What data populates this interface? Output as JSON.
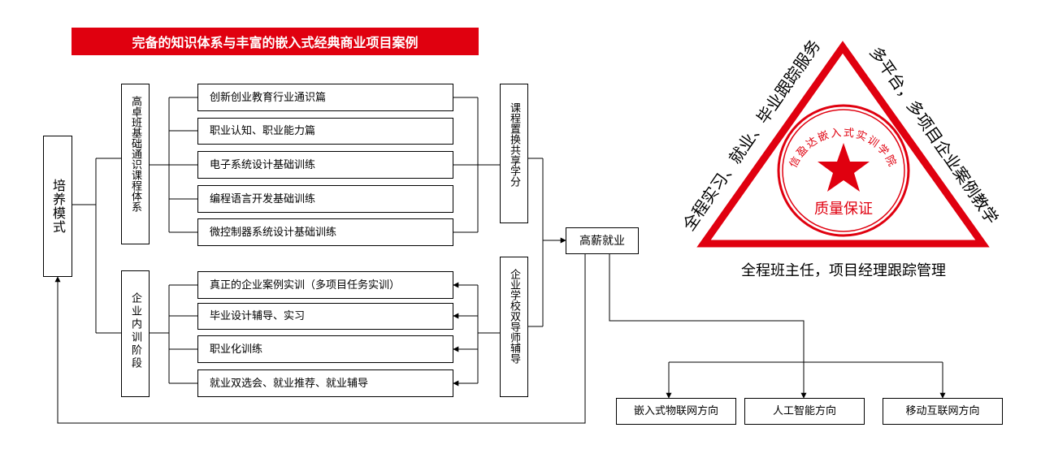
{
  "banner": "完备的知识体系与丰富的嵌入式经典商业项目案例",
  "left": {
    "mode": "培养模式",
    "foundation": "高卓班基础通识课程体系",
    "enterprise": "企业内训阶段"
  },
  "courses": [
    "创新创业教育行业通识篇",
    "职业认知、职业能力篇",
    "电子系统设计基础训练",
    "编程语言开发基础训练",
    "微控制器系统设计基础训练"
  ],
  "training": [
    "真正的企业案例实训（多项目任务实训）",
    "毕业设计辅导、实习",
    "职业化训练",
    "就业双选会、就业推荐、就业辅导"
  ],
  "right_columns": {
    "credit": "课程置换共享学分",
    "mentor": "企业学校双导师辅导"
  },
  "employment": "高薪就业",
  "directions": [
    "嵌入式物联网方向",
    "人工智能方向",
    "移动互联网方向"
  ],
  "triangle": {
    "left_side": "全程实习、就业、毕业跟踪服务",
    "right_side": "多平台，多项目企业案例教学",
    "bottom": "全程班主任，项目经理跟踪管理",
    "seal_arc": "信盈达嵌入式实训学院",
    "seal_center": "质量保证",
    "color": "#e0000f"
  }
}
